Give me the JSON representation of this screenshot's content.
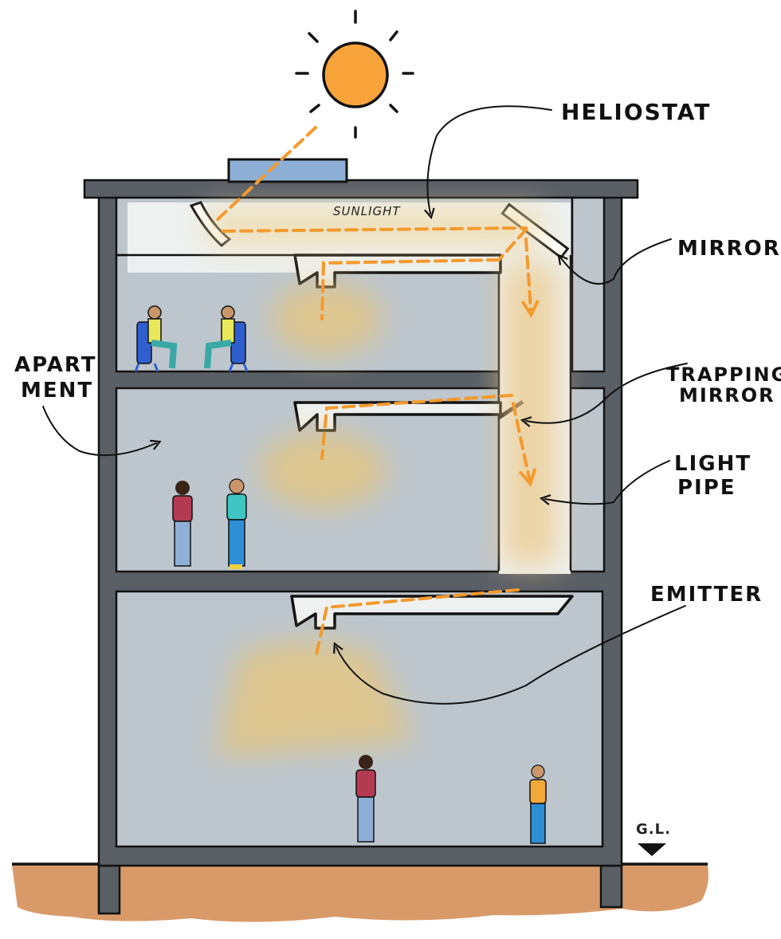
{
  "labels": {
    "heliostat": "HELIOSTAT",
    "sunlight": "SUNLIGHT",
    "mirror": "MIRROR",
    "trapping_line1": "TRAPPING",
    "trapping_line2": "MIRROR",
    "apartment_line1": "APART",
    "apartment_line2": "MENT",
    "light_pipe_line1": "LIGHT",
    "light_pipe_line2": "PIPE",
    "emitter": "EMITTER",
    "ground_level": "G.L."
  },
  "colors": {
    "sun": "#f8a43a",
    "light_ray": "#f39a2e",
    "light_glow": "#e9c67a",
    "structure": "#5a5f66",
    "room_fill": "#bdc6cd",
    "pipe_fill": "#eef1f0",
    "skylight": "#8fb0d6",
    "ground": "#d99a6a",
    "ink": "#111111"
  }
}
